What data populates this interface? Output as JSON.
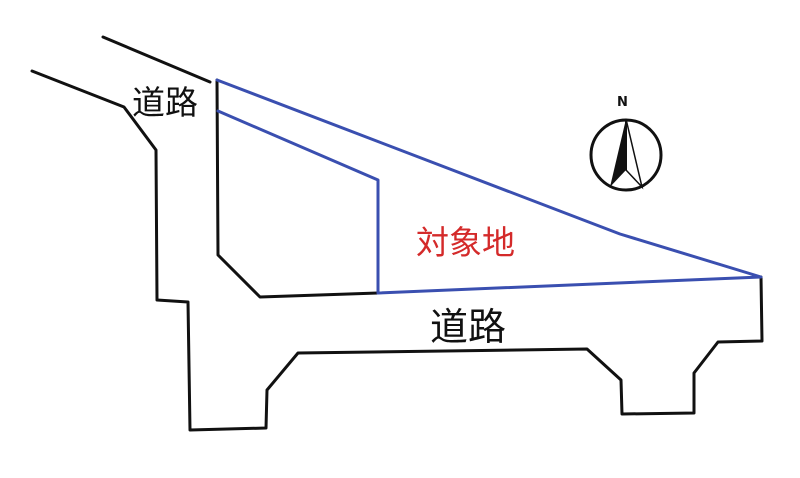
{
  "labels": {
    "road_top": "道路",
    "road_bottom": "道路",
    "site": "対象地",
    "north": "N"
  },
  "colors": {
    "road": "#111111",
    "lot_boundary": "#3a4fb0",
    "site_label": "#d42a2a",
    "background": "#ffffff"
  },
  "icons": {
    "compass": "north-arrow-icon"
  }
}
